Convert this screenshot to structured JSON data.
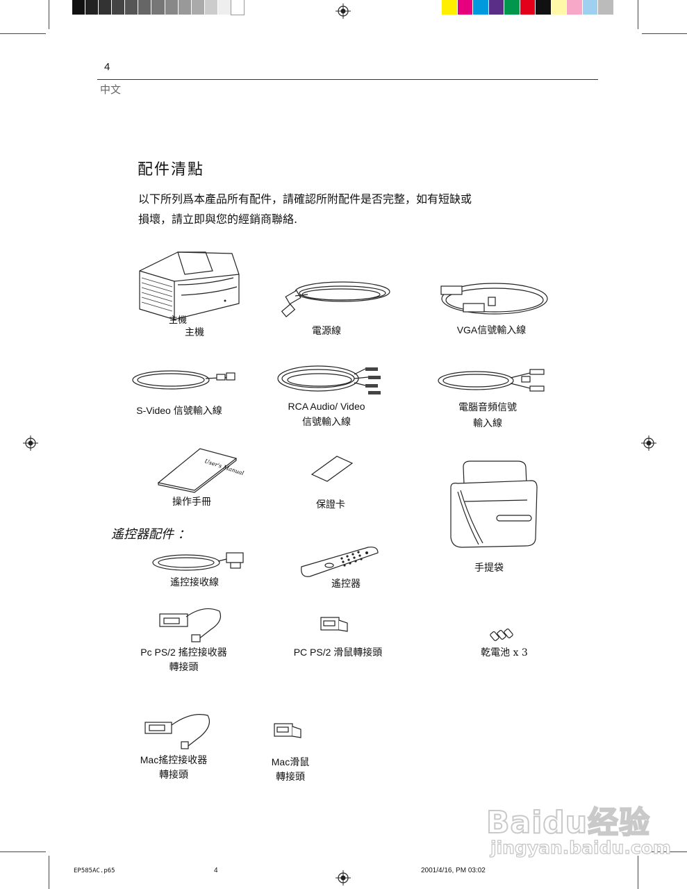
{
  "header": {
    "page_number": "4",
    "language": "中文"
  },
  "section": {
    "title": "配件清點",
    "intro_line1": "以下所列爲本產品所有配件，請確認所附配件是否完整，如有短缺或",
    "intro_line2": "損壞，請立即與您的經銷商聯絡."
  },
  "items": {
    "main_unit_overlay": "主機",
    "main_unit": "主機",
    "power_cable": "電源線",
    "vga_cable": "VGA信號輸入線",
    "svideo_cable": "S-Video 信號輸入線",
    "rca_cable_line1": "RCA Audio/ Video",
    "rca_cable_line2": "信號輸入線",
    "pc_audio_line1": "電腦音頻信號",
    "pc_audio_line2": "輸入線",
    "manual": "操作手冊",
    "manual_cover": "User's Manual",
    "warranty": "保證卡",
    "bag": "手提袋",
    "remote_section": "遙控器配件 ：",
    "remote_receiver_cable": "遙控接收線",
    "remote": "遙控器",
    "ps2_receiver_line1": "Pc PS/2 搖控接收器",
    "ps2_receiver_line2": "轉接頭",
    "ps2_mouse_adapter": "PC PS/2 滑鼠轉接頭",
    "batteries": "乾電池  x  3",
    "mac_receiver_line1": "Mac搖控接收器",
    "mac_receiver_line2": "轉接頭",
    "mac_mouse_line1": "Mac滑鼠",
    "mac_mouse_line2": "轉接頭"
  },
  "footer": {
    "file_name": "EP585AC.p65",
    "page": "4",
    "timestamp": "2001/4/16, PM 03:02"
  },
  "watermark": {
    "brand": "Baidu经验",
    "url": "jingyan.baidu.com"
  },
  "colors": {
    "gray_bar": [
      "#111111",
      "#222222",
      "#333333",
      "#444444",
      "#555555",
      "#666666",
      "#777777",
      "#888888",
      "#999999",
      "#aaaaaa",
      "#cccccc",
      "#eeeeee",
      "#ffffff"
    ],
    "color_bar": [
      "#ffee00",
      "#e6007e",
      "#0099dd",
      "#5a2d86",
      "#00964b",
      "#e2001a",
      "#111111",
      "#fff8a8",
      "#f7a8c8",
      "#9fd0f0",
      "#bbbbbb"
    ]
  }
}
